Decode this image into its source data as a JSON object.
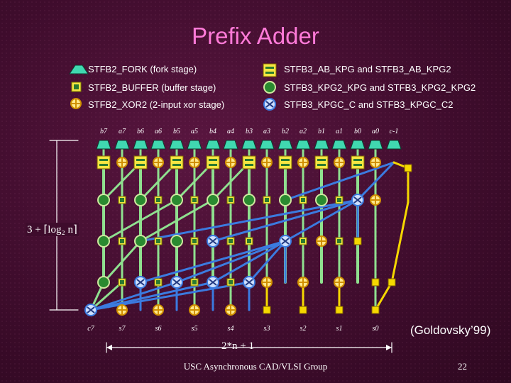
{
  "title": "Prefix Adder",
  "legend": {
    "fork": "STFB2_FORK (fork stage)",
    "buffer": "STFB2_BUFFER (buffer stage)",
    "xor": "STFB2_XOR2 (2-input xor stage)",
    "ab_kpg": "STFB3_AB_KPG and STFB3_AB_KPG2",
    "kpg2_kpg": "STFB3_KPG2_KPG and STFB3_KPG2_KPG2",
    "kpgc_c": "STFB3_KPGC_C and STFB3_KPGC_C2"
  },
  "inputs": [
    "b7",
    "a7",
    "b6",
    "a6",
    "b5",
    "a5",
    "b4",
    "a4",
    "b3",
    "a3",
    "b2",
    "a2",
    "b1",
    "a1",
    "b0",
    "a0",
    "c-1"
  ],
  "outputs": [
    "c7",
    "s7",
    "s6",
    "s5",
    "s4",
    "s3",
    "s2",
    "s1",
    "s0"
  ],
  "height_label": "3 + ⌈log₂ n⌉",
  "width_label": "2*n + 1",
  "citation": "(Goldovsky’99)",
  "footer": "USC Asynchronous CAD/VLSI Group",
  "page_number": "22",
  "colors": {
    "background": "#3e0c2c",
    "title": "#ff7ad8",
    "green_wire": "#8fe08f",
    "blue_wire": "#3b7be0",
    "yellow": "#f5d800",
    "teal": "#40d8b0",
    "xor_orange": "#f0a000"
  }
}
